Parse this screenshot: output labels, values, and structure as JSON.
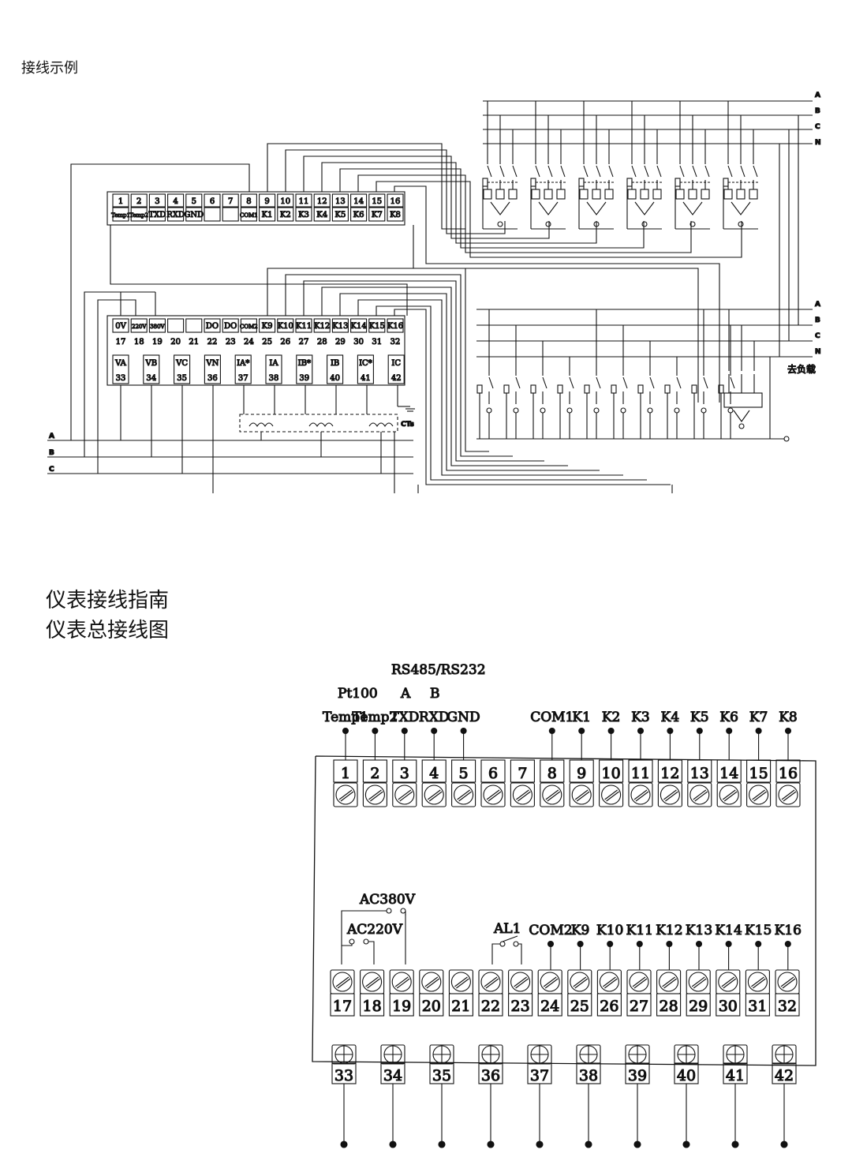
{
  "captions": {
    "wiring_example": "接线示例",
    "meter_guide": "仪表接线指南",
    "meter_total": "仪表总接线图"
  },
  "top_diagram": {
    "row1_numbers": [
      "1",
      "2",
      "3",
      "4",
      "5",
      "6",
      "7",
      "8",
      "9",
      "10",
      "11",
      "12",
      "13",
      "14",
      "15",
      "16"
    ],
    "row1_labels": [
      "Temp1",
      "Temp2",
      "TXD",
      "RXD",
      "GND",
      "",
      "",
      "COM1",
      "K1",
      "K2",
      "K3",
      "K4",
      "K5",
      "K6",
      "K7",
      "K8"
    ],
    "row2_labels": [
      "0V",
      "220V",
      "380V",
      "",
      "",
      "DO",
      "DO",
      "COM2",
      "K9",
      "K10",
      "K11",
      "K12",
      "K13",
      "K14",
      "K15",
      "K16"
    ],
    "row2_numbers": [
      "17",
      "18",
      "19",
      "20",
      "21",
      "22",
      "23",
      "24",
      "25",
      "26",
      "27",
      "28",
      "29",
      "30",
      "31",
      "32"
    ],
    "row3_labels": [
      "VA",
      "VB",
      "VC",
      "VN",
      "IA*",
      "IA",
      "IB*",
      "IB",
      "IC*",
      "IC"
    ],
    "row3_numbers": [
      "33",
      "34",
      "35",
      "36",
      "37",
      "38",
      "39",
      "40",
      "41",
      "42"
    ],
    "bus_labels": [
      "A",
      "B",
      "C",
      "N"
    ],
    "left_bus_labels": [
      "A",
      "B",
      "C"
    ],
    "cts_label": "CTs",
    "load_label": "去负载"
  },
  "bottom_diagram": {
    "rs_label": "RS485/RS232",
    "pt100_label": "Pt100",
    "a_label": "A",
    "b_label": "B",
    "top_signal_labels": [
      "Temp1",
      "Temp2",
      "TXD",
      "RXD",
      "GND",
      "",
      "",
      "COM1",
      "K1",
      "K2",
      "K3",
      "K4",
      "K5",
      "K6",
      "K7",
      "K8"
    ],
    "top_numbers": [
      "1",
      "2",
      "3",
      "4",
      "5",
      "6",
      "7",
      "8",
      "9",
      "10",
      "11",
      "12",
      "13",
      "14",
      "15",
      "16"
    ],
    "ac380_label": "AC380V",
    "ac220_label": "AC220V",
    "al1_label": "AL1",
    "mid_signal_labels": [
      "COM2",
      "K9",
      "K10",
      "K11",
      "K12",
      "K13",
      "K14",
      "K15",
      "K16"
    ],
    "mid_numbers": [
      "17",
      "18",
      "19",
      "20",
      "21",
      "22",
      "23",
      "24",
      "25",
      "26",
      "27",
      "28",
      "29",
      "30",
      "31",
      "32"
    ],
    "bottom_numbers": [
      "33",
      "34",
      "35",
      "36",
      "37",
      "38",
      "39",
      "40",
      "41",
      "42"
    ]
  }
}
